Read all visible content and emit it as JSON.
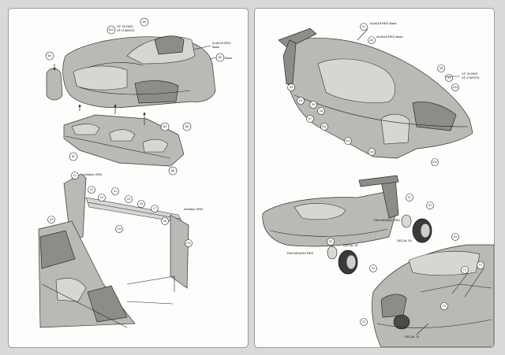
{
  "left_panel": {
    "top_labels": {
      "rear_color": "XF-76 RED",
      "rear_color2": "XF-9 WHITE",
      "right_color": "AL8418 RED",
      "right_color2": "Base",
      "right_color3": "Base"
    },
    "wing_labels": {
      "left_top": "Aviation GRN",
      "right_top": "Aviation GRN"
    }
  },
  "right_panel": {
    "top_labels": {
      "color1": "AL8418 RED  Base",
      "color2": "AL8418 RED  Base",
      "side_color": "XF-76 RED",
      "side_color2": "XF-9 WHITE"
    },
    "car2_labels": {
      "tire_label": "THM MK6252 RED",
      "decal_right": "DECAL 30",
      "tire_label2": "THM MK6252 RED",
      "decal_left": "DECAL 30",
      "decal_bottom": "DECAL 31"
    }
  }
}
